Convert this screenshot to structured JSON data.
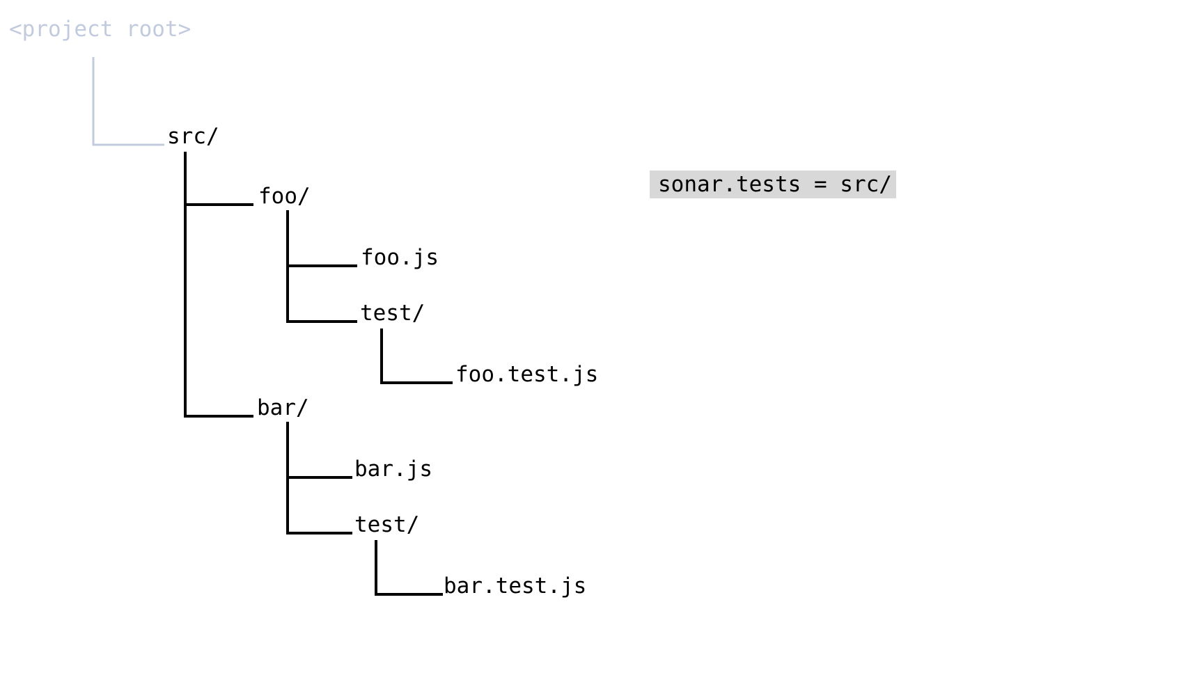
{
  "diagram": {
    "description_colors": {
      "background": "#ffffff",
      "root_connector_and_label": "#c2cbde",
      "tree_connector": "#000000",
      "node_label": "#000000",
      "annotation_background": "#d8d8d8",
      "annotation_text_color": "#000000"
    },
    "tree": {
      "root": {
        "label": "<project root>"
      },
      "children": [
        {
          "label": "src/",
          "children": [
            {
              "label": "foo/",
              "children": [
                {
                  "label": "foo.js"
                },
                {
                  "label": "test/",
                  "children": [
                    {
                      "label": "foo.test.js"
                    }
                  ]
                }
              ]
            },
            {
              "label": "bar/",
              "children": [
                {
                  "label": "bar.js"
                },
                {
                  "label": "test/",
                  "children": [
                    {
                      "label": "bar.test.js"
                    }
                  ]
                }
              ]
            }
          ]
        }
      ]
    },
    "annotation": {
      "text": "sonar.tests = src/"
    }
  }
}
